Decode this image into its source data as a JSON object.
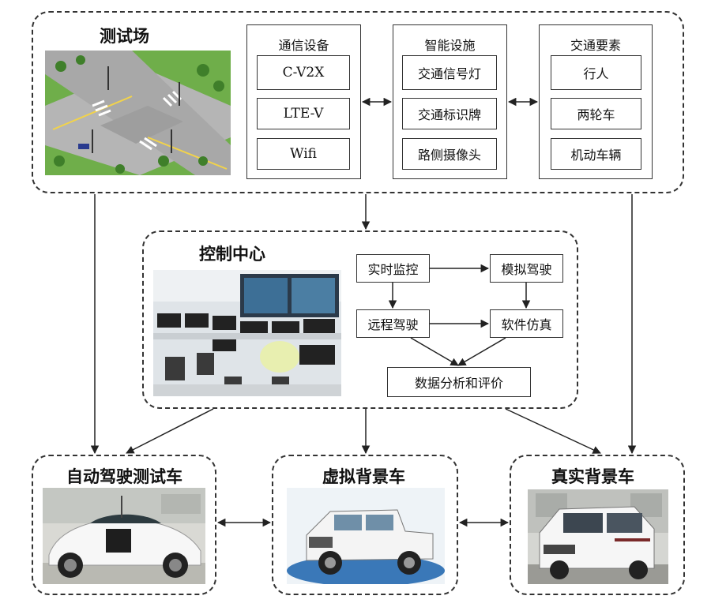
{
  "test_field": {
    "title": "测试场",
    "groups": [
      {
        "title": "通信设备",
        "items": [
          "C-V2X",
          "LTE-V",
          "Wifi"
        ]
      },
      {
        "title": "智能设施",
        "items": [
          "交通信号灯",
          "交通标识牌",
          "路侧摄像头"
        ]
      },
      {
        "title": "交通要素",
        "items": [
          "行人",
          "两轮车",
          "机动车辆"
        ]
      }
    ]
  },
  "control_center": {
    "title": "控制中心",
    "nodes": {
      "realtime_monitor": "实时监控",
      "simulated_driving": "模拟驾驶",
      "remote_driving": "远程驾驶",
      "software_simulation": "软件仿真",
      "data_analysis": "数据分析和评价"
    }
  },
  "vehicles": {
    "autonomous_test_car": "自动驾驶测试车",
    "virtual_background_car": "虚拟背景车",
    "real_background_car": "真实背景车"
  },
  "colors": {
    "border": "#333333",
    "arrow": "#333333",
    "grass": "#6fae4a",
    "road": "#a8a8a8"
  }
}
